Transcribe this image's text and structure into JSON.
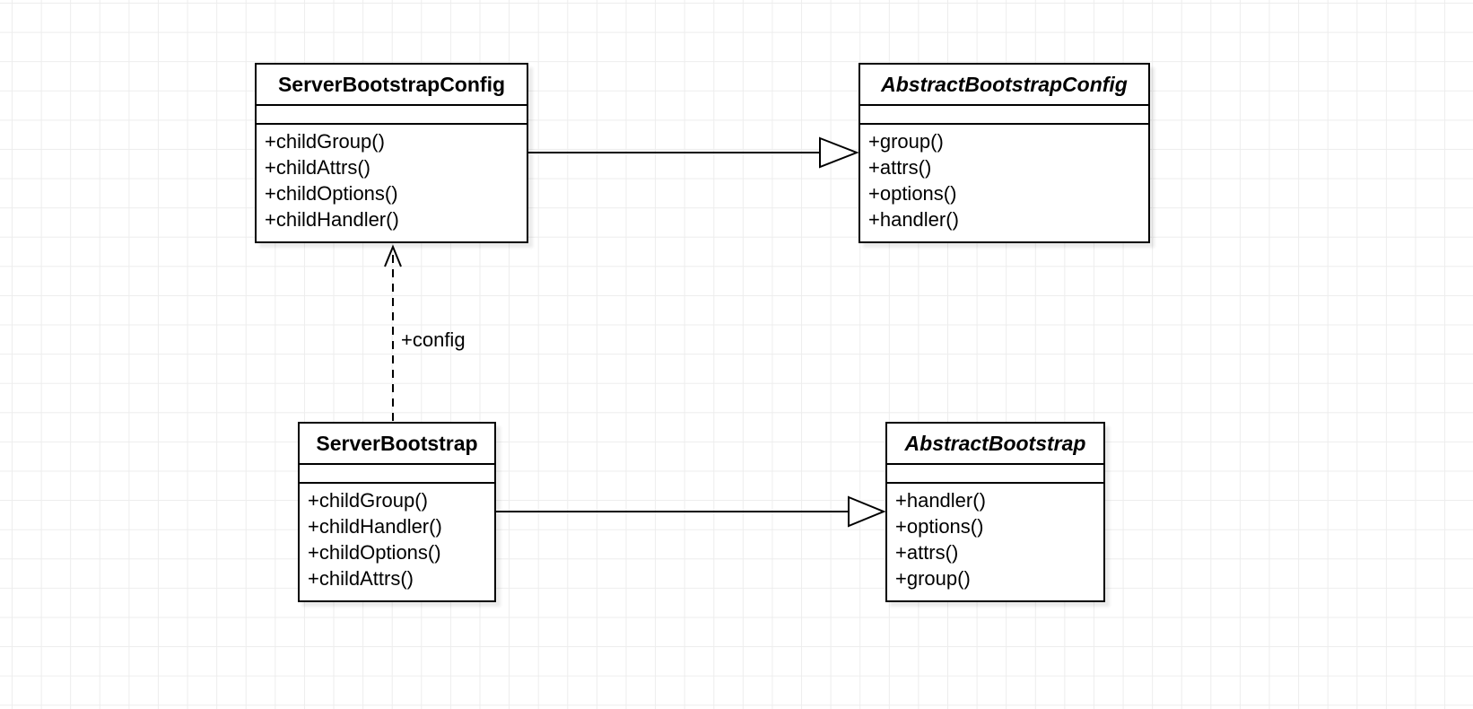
{
  "diagram": {
    "type": "uml-class-diagram",
    "classes": [
      {
        "name": "ServerBootstrapConfig",
        "abstract": false,
        "attributes": [],
        "methods": [
          "+childGroup()",
          "+childAttrs()",
          "+childOptions()",
          "+childHandler()"
        ]
      },
      {
        "name": "AbstractBootstrapConfig",
        "abstract": true,
        "attributes": [],
        "methods": [
          "+group()",
          "+attrs()",
          "+options()",
          "+handler()"
        ]
      },
      {
        "name": "ServerBootstrap",
        "abstract": false,
        "attributes": [],
        "methods": [
          "+childGroup()",
          "+childHandler()",
          "+childOptions()",
          "+childAttrs()"
        ]
      },
      {
        "name": "AbstractBootstrap",
        "abstract": true,
        "attributes": [],
        "methods": [
          "+handler()",
          "+options()",
          "+attrs()",
          "+group()"
        ]
      }
    ],
    "edges": [
      {
        "from": "ServerBootstrapConfig",
        "to": "AbstractBootstrapConfig",
        "kind": "generalization",
        "label": ""
      },
      {
        "from": "ServerBootstrap",
        "to": "AbstractBootstrap",
        "kind": "generalization",
        "label": ""
      },
      {
        "from": "ServerBootstrap",
        "to": "ServerBootstrapConfig",
        "kind": "dashed-association",
        "label": "+config"
      }
    ],
    "colors": {
      "stroke": "#000000",
      "shape_fill": "#ffffff",
      "grid": "#ededed",
      "background": "#ffffff"
    }
  }
}
